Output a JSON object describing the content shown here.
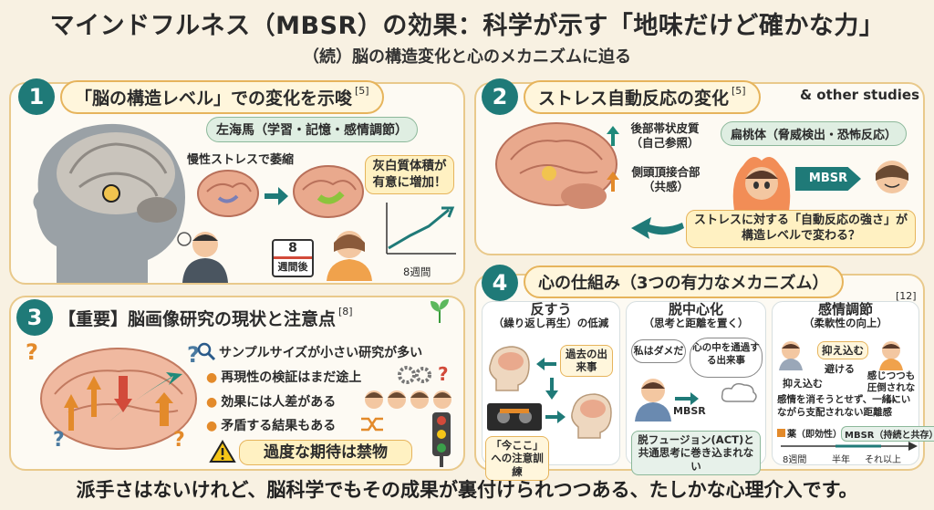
{
  "title": "マインドフルネス（MBSR）の効果：科学が示す「地味だけど確かな力」",
  "subtitle": "（続）脳の構造変化と心のメカニズムに迫る",
  "panel1": {
    "number": "1",
    "heading": "「脳の構造レベル」での変化を示唆",
    "cite": "[5]",
    "hippocampus_label": "左海馬（学習・記憶・感情調節）",
    "stress_label": "慢性ストレスで萎縮",
    "gray_matter_callout": "灰白質体積が有意に増加！",
    "calendar_number": "8",
    "calendar_text": "週間後",
    "graph_label": "8週間"
  },
  "panel2": {
    "number": "2",
    "heading": "ストレス自動反応の変化",
    "cite": "[5]",
    "extra": "& other studies",
    "pcc_label": "後部帯状皮質（自己参照）",
    "tpj_label": "側頭頂接合部（共感）",
    "amygdala_label": "扁桃体（脅威検出・恐怖反応）",
    "mbsr_arrow": "MBSR",
    "callout": "ストレスに対する「自動反応の強さ」が構造レベルで変わる？"
  },
  "panel3": {
    "number": "3",
    "heading": "【重要】脳画像研究の現状と注意点",
    "cite": "[8]",
    "bullets": [
      "サンプルサイズが小さい研究が多い",
      "再現性の検証はまだ途上",
      "効果には人差がある",
      "矛盾する結果もある"
    ],
    "warning": "過度な期待は禁物"
  },
  "panel4": {
    "number": "4",
    "heading": "心の仕組み（3つの有力なメカニズム）",
    "cite": "[12]",
    "col1": {
      "title": "反すう",
      "subtitle": "（繰り返し再生）の低減",
      "past_label": "過去の出来事",
      "now_label": "「今ここ」への注意訓練"
    },
    "col2": {
      "title": "脱中心化",
      "subtitle": "（思考と距離を置く）",
      "thought1": "私はダメだ",
      "thought2": "心の中を通過する出来事",
      "mbsr": "MBSR",
      "note": "脱フュージョン(ACT)と共通思考に巻き込まれない"
    },
    "col3": {
      "title": "感情調節",
      "subtitle": "（柔軟性の向上）",
      "suppress1": "抑え込む",
      "avoid": "避ける",
      "suppress2": "抑え込む",
      "feel": "感じつつも圧倒されない",
      "desc": "感情を消そうとせず、一緒にいながら支配されない距離感",
      "drug": "薬（即効性）",
      "mbsr_legend": "MBSR（持続と共存）",
      "t1": "8週間",
      "t2": "半年",
      "t3": "それ以上"
    }
  },
  "footer": "派手さはないけれど、脳科学でもその成果が裏付けられつつある、たしかな心理介入です。",
  "colors": {
    "teal": "#1f7a78",
    "orange": "#e38a2a",
    "cream": "#f8f1e2",
    "gold": "#e6b45c"
  }
}
